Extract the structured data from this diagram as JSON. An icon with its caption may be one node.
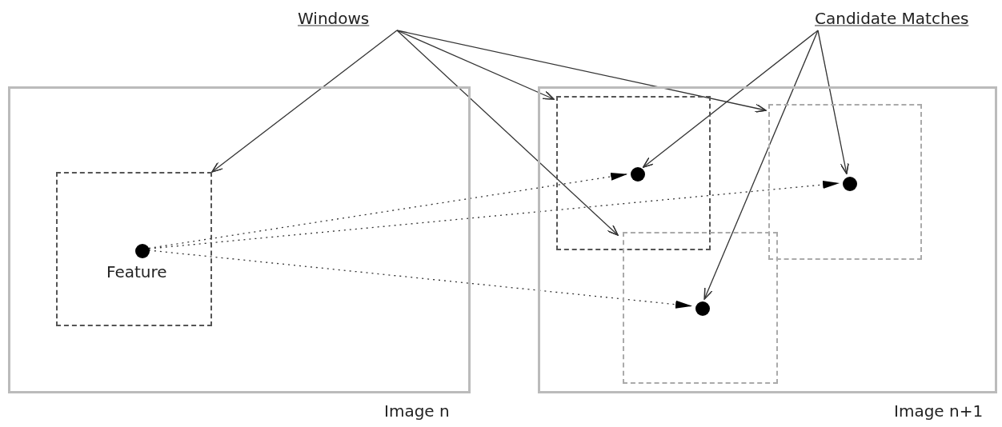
{
  "diagram": {
    "nodes": [
      {
        "text": [
          "Windows"
        ]
      },
      {
        "text": [
          "Candidate Matches"
        ]
      },
      {
        "text": [
          "Image n"
        ]
      },
      {
        "text": [],
        "shape": "box",
        "in": 2
      },
      {
        "text": [],
        "shape": "circle",
        "in": 3,
        "beside": [
          "Feature"
        ]
      },
      {
        "text": [
          "Image n+1"
        ]
      },
      {
        "text": [],
        "shape": "box",
        "in": 5
      },
      {
        "text": [],
        "shape": "circle",
        "in": 6
      },
      {
        "text": [],
        "shape": "box",
        "in": 5
      },
      {
        "text": [],
        "shape": "circle",
        "in": 8
      },
      {
        "text": [],
        "shape": "box",
        "in": 5
      },
      {
        "text": [],
        "shape": "circle",
        "in": 10
      }
    ],
    "edges": [
      {
        "from": 0,
        "to": 3,
        "arrow": "to"
      },
      {
        "from": 0,
        "to": 6,
        "arrow": "to"
      },
      {
        "from": 0,
        "to": 8,
        "arrow": "to"
      },
      {
        "from": 0,
        "to": 10,
        "arrow": "to"
      },
      {
        "from": 1,
        "to": 7,
        "arrow": "to"
      },
      {
        "from": 1,
        "to": 9,
        "arrow": "to"
      },
      {
        "from": 1,
        "to": 11,
        "arrow": "to"
      },
      {
        "from": 4,
        "to": 7,
        "arrow": "to",
        "style": "dashed"
      },
      {
        "from": 4,
        "to": 9,
        "arrow": "to",
        "style": "dashed"
      },
      {
        "from": 4,
        "to": 11,
        "arrow": "to",
        "style": "dashed"
      }
    ]
  }
}
